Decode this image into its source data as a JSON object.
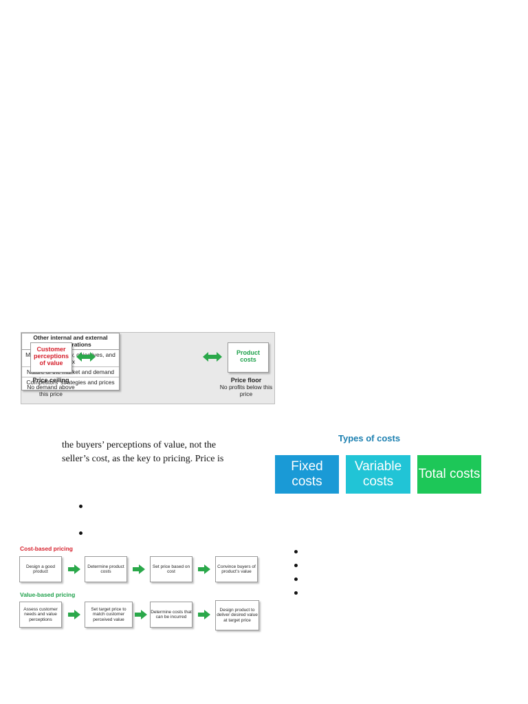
{
  "figure_pricing": {
    "customer_box": "Customer perceptions of value",
    "middle_header": "Other internal and external considerations",
    "middle_items": [
      "Marketing strategy, objectives, and mix",
      "Nature of the market and demand",
      "Competitors’ strategies and prices"
    ],
    "product_box": "Product costs",
    "ceiling_title": "Price ceiling",
    "ceiling_text": "No demand above this price",
    "floor_title": "Price floor",
    "floor_text": "No profits below this price",
    "colors": {
      "customer": "#d6202c",
      "product": "#1ea04a",
      "arrow": "#2aa84a"
    }
  },
  "paragraph": {
    "line1": "the buyers’ perceptions of value, not the",
    "line2": "seller’s cost, as the key to pricing. Price is"
  },
  "types_of_costs": {
    "title": "Types of costs",
    "tiles": [
      {
        "label": "Fixed costs",
        "color": "#1a9ad6"
      },
      {
        "label": "Variable costs",
        "color": "#21c4d6"
      },
      {
        "label": "Total costs",
        "color": "#1dc758"
      }
    ]
  },
  "flow_figure": {
    "cost_based_label": "Cost-based pricing",
    "cost_based_steps": [
      "Design a good product",
      "Determine product costs",
      "Set price based on cost",
      "Convince buyers of product’s value"
    ],
    "value_based_label": "Value-based pricing",
    "value_based_steps": [
      "Assess customer needs and value perceptions",
      "Set target price to match customer perceived value",
      "Determine costs that can be incurred",
      "Design product to deliver desired value at target price"
    ],
    "colors": {
      "cost": "#d6202c",
      "value": "#1ea04a",
      "arrow": "#2aa84a"
    }
  }
}
